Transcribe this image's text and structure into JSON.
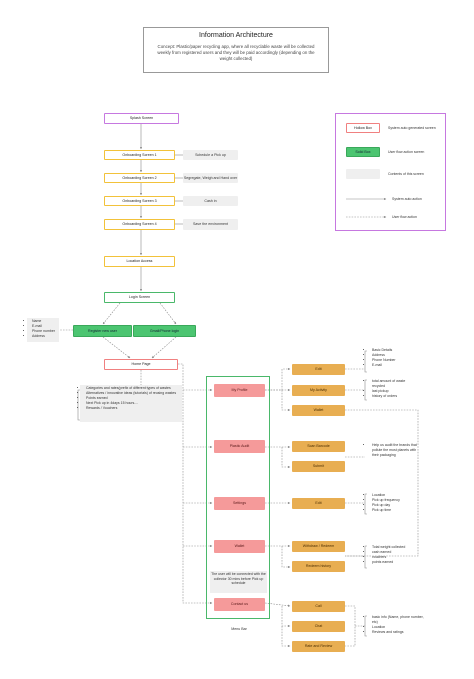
{
  "header": {
    "title": "Information Architecture",
    "concept": "Concept: Plastic/paper recycling app, where all recyclable waste will be collected weekly from registered users and they will be paid accordingly (depending on the weight collected)"
  },
  "legend": {
    "hollow_box": "Hollow Box",
    "hollow_box_desc": "System auto generated screen",
    "solid_box": "Solid Box",
    "solid_box_desc": "User flow action screen",
    "grey_box_desc": "Contents of this screen",
    "solid_arrow_desc": "System auto action",
    "dashed_arrow_desc": "User flow action"
  },
  "flow": {
    "splash": "Splash Screen",
    "onboarding_1": "Onboarding Screen 1",
    "onboarding_1_note": "Schedule a Pick up",
    "onboarding_2": "Onboarding Screen 2",
    "onboarding_2_note": "Segregate, Weigh and Hand over",
    "onboarding_3": "Onboarding Screen 3",
    "onboarding_3_note": "Cash in",
    "onboarding_4": "Onboarding Screen 4",
    "onboarding_4_note": "Save the environment",
    "location_access": "Location Access",
    "login": "Login Screen",
    "register": "Register new user",
    "gmail_login": "Gmail/Phone login",
    "register_fields": [
      "Name",
      "E-mail",
      "Phone number",
      "Address"
    ],
    "home": "Home Page",
    "home_contents": [
      "Categories and rates(prefix of different types of wastes",
      "Alternatives / innovative ideas (tutorials) of reusing wastes",
      "Points earned",
      "Next Pick up in 4days 15 hours....",
      "Rewards / Vouchers"
    ],
    "menu_bar": "Menu Bar"
  },
  "menu": {
    "my_profile": "My Profile",
    "plastic_audit": "Plastic Audit",
    "settings": "Settings",
    "wallet": "Wallet",
    "contact": "Contact us",
    "contact_note": "The user will be connected with the collector 30 mins before Pick up schedule"
  },
  "sub": {
    "edit_profile": "Edit",
    "my_activity": "My Activity",
    "wallet_link": "Wallet",
    "scan_barcode": "Scan Barcode",
    "submit": "Submit",
    "edit_settings": "Edit",
    "withdraw": "Withdraw / Redeem",
    "redeem_history": "Redeem history",
    "call": "Call",
    "chat": "Chat",
    "rate": "Rate and Review"
  },
  "details": {
    "profile": [
      "Basic Details",
      "Address",
      "Phone Number",
      "E-mail"
    ],
    "activity": [
      "total amount of waste recycled",
      "last pickup",
      "history of orders"
    ],
    "audit": [
      "Help us audit the brands that pollute the most planets with their packaging"
    ],
    "settings": [
      "Location",
      "Pick up frequency",
      "Pick up day",
      "Pick up time"
    ],
    "wallet": [
      "Total weight collected",
      "cash earned",
      "vouchers",
      "points earned"
    ],
    "contact": [
      "basic info (Name, phone number, etc)",
      "Location",
      "Reviews and ratings"
    ]
  },
  "colors": {
    "purple": "#c678e0",
    "yellow": "#f2c23a",
    "green": "#4cc571",
    "pink": "#f59a9a",
    "orange": "#e8ae52",
    "grey": "#efefef"
  }
}
